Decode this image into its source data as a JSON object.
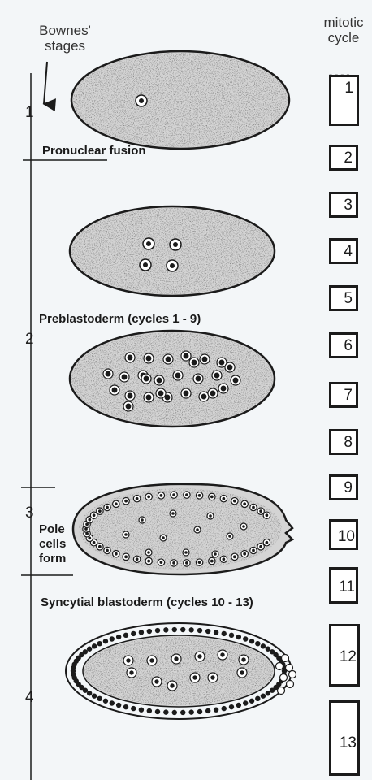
{
  "header": {
    "axis_title": "Bownes'\nstages",
    "column_title": "mitotic\ncycle",
    "ellipsis": "...."
  },
  "stages": [
    "1",
    "2",
    "3",
    "4"
  ],
  "labels": {
    "pronuclear": "Pronuclear fusion",
    "preblastoderm": "Preblastoderm (cycles 1 - 9)",
    "pole": "Pole\ncells\nform",
    "syncytial": "Syncytial blastoderm (cycles 10 - 13)"
  },
  "cycles": [
    "1",
    "2",
    "3",
    "4",
    "5",
    "6",
    "7",
    "8",
    "9",
    "10",
    "11",
    "12",
    "13"
  ],
  "colors": {
    "ink": "#1b1b1b",
    "egg_fill": "#d4d4d4",
    "background": "#f3f6f8"
  }
}
